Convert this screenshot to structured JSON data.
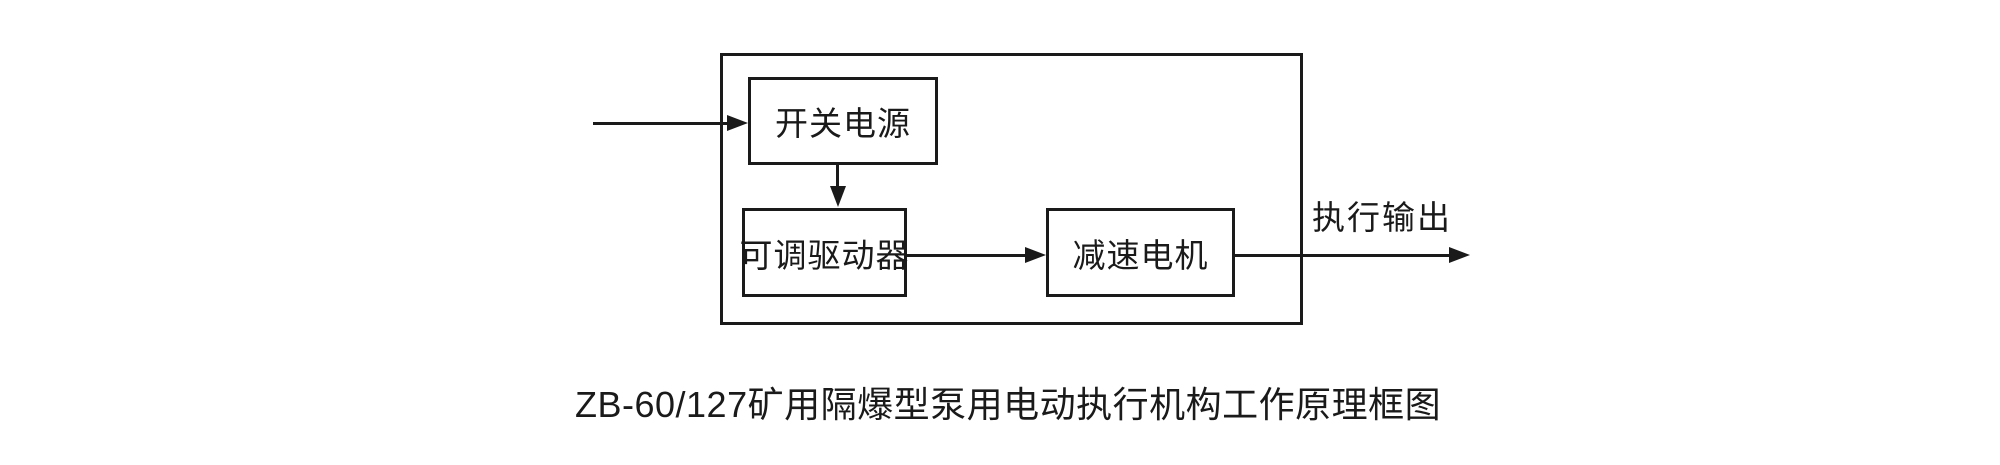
{
  "diagram": {
    "type": "block-diagram",
    "caption": "ZB-60/127矿用隔爆型泵用电动执行机构工作原理框图",
    "blocks": {
      "power_supply": "开关电源",
      "driver": "可调驱动器",
      "motor": "减速电机"
    },
    "output_label": "执行输出",
    "connections": [
      {
        "from": "external-input",
        "to": "power_supply",
        "direction": "right"
      },
      {
        "from": "power_supply",
        "to": "driver",
        "direction": "down"
      },
      {
        "from": "driver",
        "to": "motor",
        "direction": "right"
      },
      {
        "from": "motor",
        "to": "external-output",
        "direction": "right"
      }
    ],
    "colors": {
      "line": "#1a1a1a",
      "background": "#ffffff"
    }
  }
}
